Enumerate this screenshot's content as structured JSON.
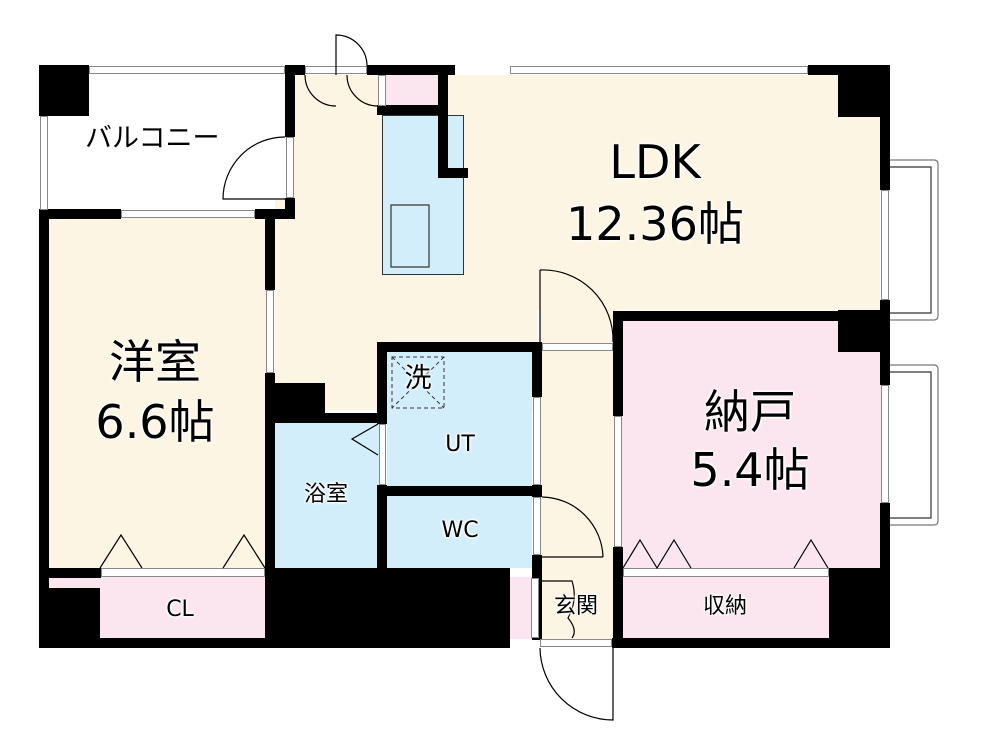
{
  "floorplan": {
    "colors": {
      "wall": "#000000",
      "living_floor": "#fdf5e3",
      "wet_area": "#d3eefb",
      "storage": "#fbe6ef",
      "exterior": "#ffffff"
    },
    "rooms": [
      {
        "id": "ldk",
        "name": "LDK",
        "area": "12.36帖"
      },
      {
        "id": "western",
        "name": "洋室",
        "area": "6.6帖"
      },
      {
        "id": "storeroom",
        "name": "納戸",
        "area": "5.4帖"
      },
      {
        "id": "balcony",
        "name": "バルコニー"
      },
      {
        "id": "utility",
        "name": "UT"
      },
      {
        "id": "washer",
        "name": "洗"
      },
      {
        "id": "bath",
        "name": "浴室"
      },
      {
        "id": "toilet",
        "name": "WC"
      },
      {
        "id": "closet",
        "name": "CL"
      },
      {
        "id": "entrance",
        "name": "玄関"
      },
      {
        "id": "storage",
        "name": "収納"
      }
    ]
  }
}
